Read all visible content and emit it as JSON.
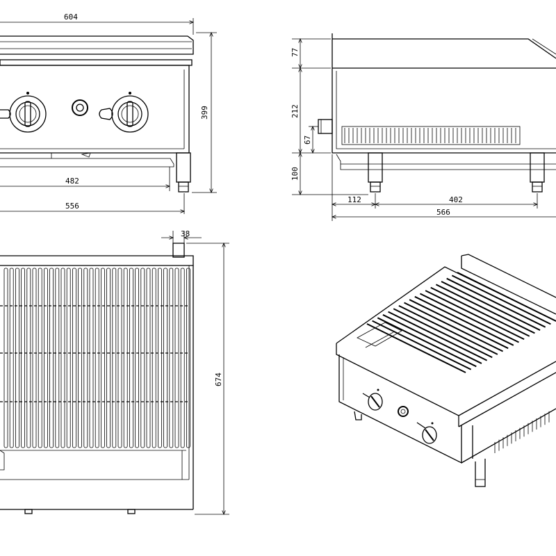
{
  "dimensions": {
    "front_width": "604",
    "front_height": "399",
    "front_inner_width": "482",
    "front_feet_width": "556",
    "side_top": "77",
    "side_body": "212",
    "side_inlet": "67",
    "side_legs": "100",
    "side_left_offset": "112",
    "side_feet_span": "402",
    "side_depth": "566",
    "top_inlet_width": "38",
    "top_depth": "674"
  },
  "views": {
    "front": "front-elevation",
    "side": "side-elevation",
    "top": "plan-view",
    "iso": "isometric-view"
  }
}
